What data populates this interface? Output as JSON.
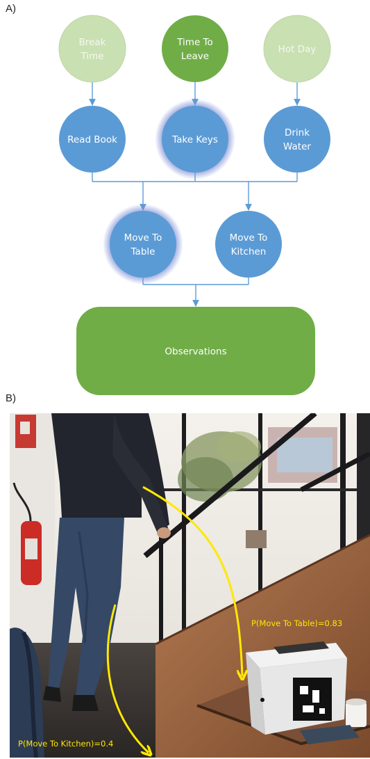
{
  "panel_a_label": "A)",
  "panel_b_label": "B)",
  "colors": {
    "light_green": "#c9e0b3",
    "dark_green": "#70ad47",
    "blue": "#5b9bd5",
    "glow": "#7d8fd6",
    "edge": "#5b9bd5",
    "annotation": "#ffe800"
  },
  "diagram": {
    "nodes": [
      {
        "id": "break_time",
        "label": "Break Time",
        "lines": [
          "Break",
          "Time"
        ],
        "kind": "context",
        "active": false
      },
      {
        "id": "time_to_leave",
        "label": "Time To Leave",
        "lines": [
          "Time To",
          "Leave"
        ],
        "kind": "context",
        "active": true
      },
      {
        "id": "hot_day",
        "label": "Hot Day",
        "lines": [
          "Hot Day"
        ],
        "kind": "context",
        "active": false
      },
      {
        "id": "read_book",
        "label": "Read Book",
        "lines": [
          "Read Book"
        ],
        "kind": "intention",
        "highlighted": false
      },
      {
        "id": "take_keys",
        "label": "Take Keys",
        "lines": [
          "Take Keys"
        ],
        "kind": "intention",
        "highlighted": true
      },
      {
        "id": "drink_water",
        "label": "Drink Water",
        "lines": [
          "Drink",
          "Water"
        ],
        "kind": "intention",
        "highlighted": false
      },
      {
        "id": "move_to_table",
        "label": "Move To Table",
        "lines": [
          "Move To",
          "Table"
        ],
        "kind": "action",
        "highlighted": true
      },
      {
        "id": "move_to_kitchen",
        "label": "Move To Kitchen",
        "lines": [
          "Move To",
          "Kitchen"
        ],
        "kind": "action",
        "highlighted": false
      },
      {
        "id": "observations",
        "label": "Observations",
        "lines": [
          "Observations"
        ],
        "kind": "observation"
      }
    ],
    "edges": [
      {
        "from": "break_time",
        "to": "read_book"
      },
      {
        "from": "time_to_leave",
        "to": "take_keys"
      },
      {
        "from": "hot_day",
        "to": "drink_water"
      },
      {
        "from": "read_book",
        "to": "move_to_table"
      },
      {
        "from": "take_keys",
        "to": "move_to_table"
      },
      {
        "from": "drink_water",
        "to": "move_to_table"
      },
      {
        "from": "read_book",
        "to": "move_to_kitchen"
      },
      {
        "from": "take_keys",
        "to": "move_to_kitchen"
      },
      {
        "from": "drink_water",
        "to": "move_to_kitchen"
      },
      {
        "from": "move_to_table",
        "to": "observations"
      },
      {
        "from": "move_to_kitchen",
        "to": "observations"
      }
    ]
  },
  "photo": {
    "annotations": [
      {
        "id": "table",
        "text": "P(Move To Table)=0.83"
      },
      {
        "id": "kitchen",
        "text": "P(Move To Kitchen)=0.4"
      }
    ]
  }
}
